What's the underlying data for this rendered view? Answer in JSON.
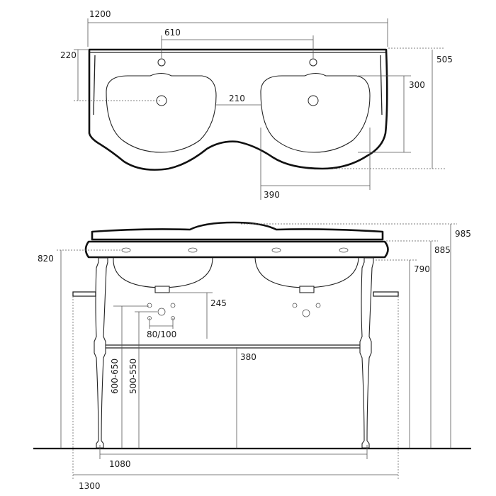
{
  "top_view": {
    "overall_width": "1200",
    "tap_spacing": "610",
    "tap_to_drain": "220",
    "basin_gap": "210",
    "overall_depth": "505",
    "basin_depth": "300",
    "basin_width": "390"
  },
  "front_view": {
    "height_top": "985",
    "height_rim": "885",
    "height_basin": "790",
    "height_towel_bar": "820",
    "waste_height": "245",
    "waste_spacing": "80/100",
    "shelf_height": "380",
    "supply_height_range": "600-650",
    "waste_height_range": "500-550",
    "leg_spacing": "1080",
    "overall_width": "1300"
  }
}
